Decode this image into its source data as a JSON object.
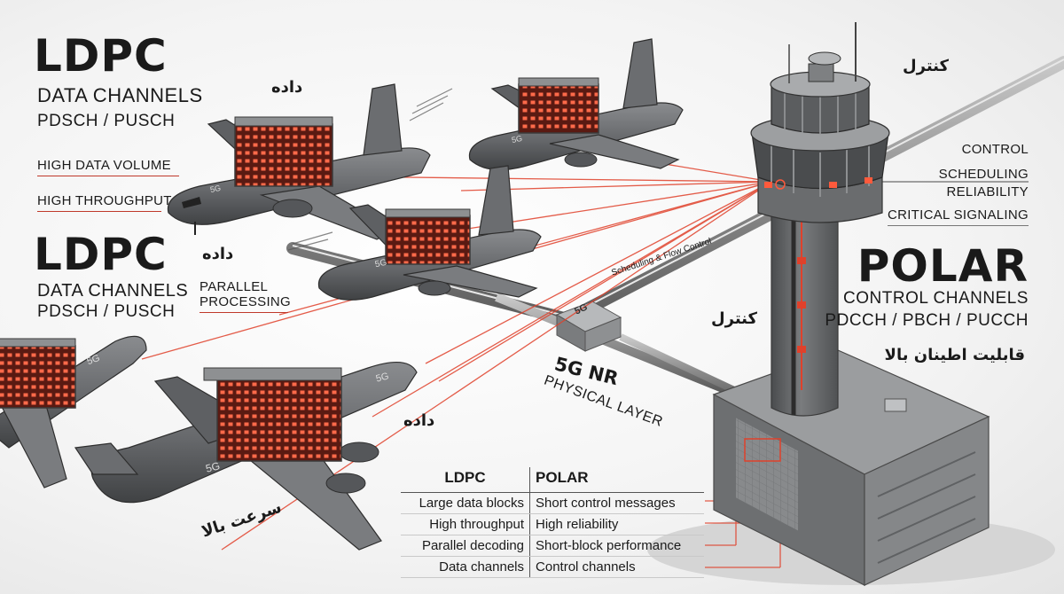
{
  "ldpc_top": {
    "title": "LDPC",
    "subtitle": "DATA CHANNELS",
    "channels": "PDSCH / PUSCH",
    "features": [
      "HIGH DATA VOLUME",
      "HIGH THROUGHPUT"
    ]
  },
  "ldpc_mid": {
    "title": "LDPC",
    "subtitle": "DATA CHANNELS",
    "channels": "PDSCH / PUSCH",
    "feature_line1": "PARALLEL",
    "feature_line2": "PROCESSING"
  },
  "polar": {
    "title": "POLAR",
    "subtitle": "CONTROL CHANNELS",
    "channels": "PDCCH / PBCH / PUCCH",
    "features": [
      "CONTROL",
      "SCHEDULING",
      "RELIABILITY",
      "CRITICAL SIGNALING"
    ],
    "persian_reliability": "قابلیت اطینان بالا"
  },
  "persian": {
    "data_1": "داده",
    "data_2": "داده",
    "data_3": "داده",
    "control_top": "کنترل",
    "control_mid": "کنترل",
    "high_speed": "سرعت بالا"
  },
  "network": {
    "pipe_label": "Scheduling & Flow Control",
    "hub_badge": "5G",
    "layer_title": "5G NR",
    "layer_subtitle": "PHYSICAL LAYER"
  },
  "aircraft_marking": "5G",
  "comparison": {
    "headers": [
      "LDPC",
      "POLAR"
    ],
    "rows": [
      [
        "Large data blocks",
        "Short control messages"
      ],
      [
        "High throughput",
        "High reliability"
      ],
      [
        "Parallel decoding",
        "Short-block performance"
      ],
      [
        "Data channels",
        "Control channels"
      ]
    ]
  },
  "colors": {
    "signal_red": "#e0412b",
    "airframe_gray": "#6e7073",
    "tower_gray": "#5f6163",
    "glow_red": "#ff5a3c"
  },
  "icons": [
    "airplane-icon",
    "control-tower-icon",
    "radar-icon",
    "data-container-icon",
    "5g-hub-icon"
  ]
}
